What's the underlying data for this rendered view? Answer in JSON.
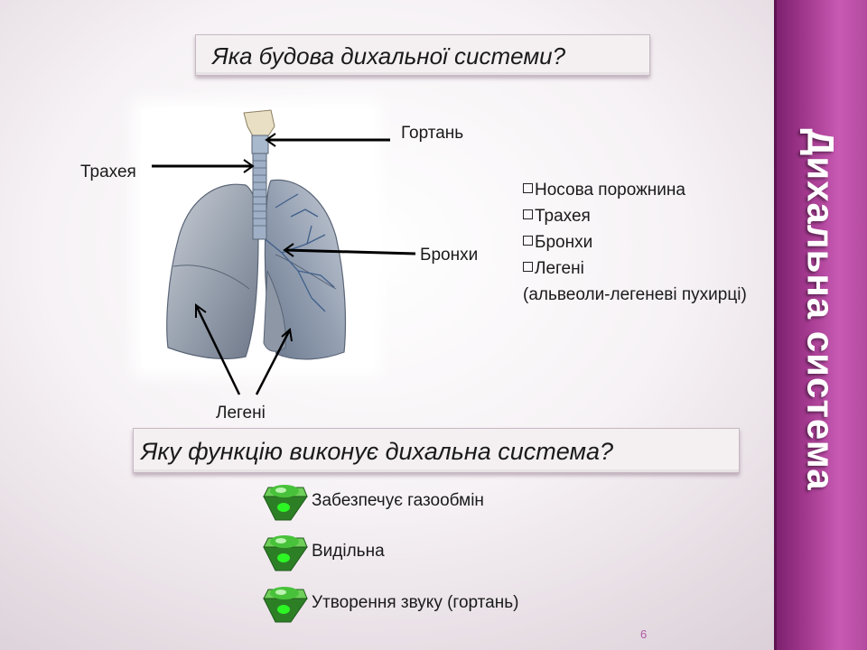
{
  "side_title": "Дихальна система",
  "question1": "Яка будова дихальної системи?",
  "question2": "Яку функцію виконує дихальна система?",
  "diagram_labels": {
    "trachea": "Трахея",
    "larynx": "Гортань",
    "bronchi": "Бронхи",
    "lungs": "Легені"
  },
  "structure_list": [
    "Носова порожнина",
    "Трахея",
    "Бронхи",
    "Легені"
  ],
  "structure_note": "(альвеоли-легеневі пухирці)",
  "functions": [
    "Забезпечує газообмін",
    "Видільна",
    "Утворення звуку (гортань)"
  ],
  "page_number": "6",
  "colors": {
    "side_band": "#a3398f",
    "page_number": "#b05aa6",
    "bullet_green": "#3da832"
  },
  "icons": {
    "list_bullet": "checkbox-square",
    "function_bullet": "green-light-bullet"
  }
}
